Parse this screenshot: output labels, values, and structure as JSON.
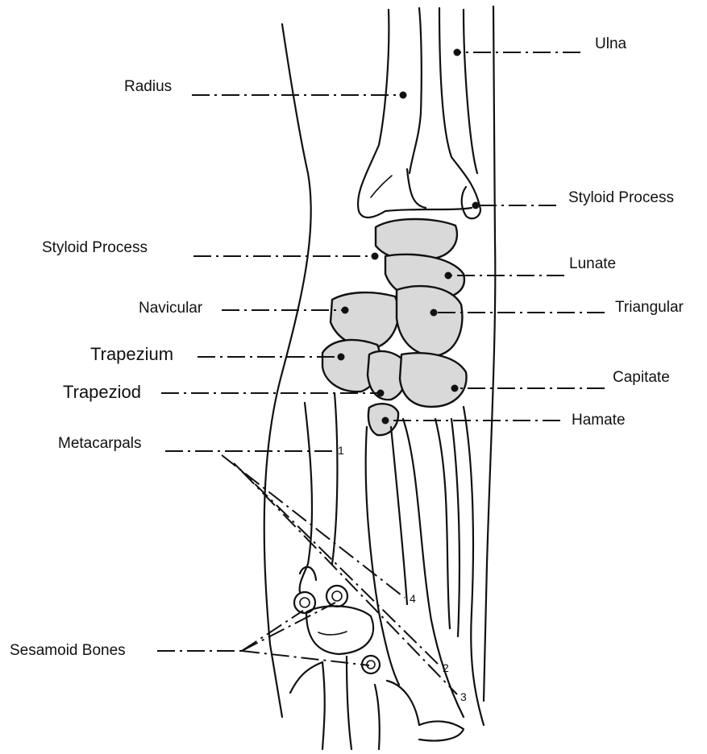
{
  "labels": {
    "ulna": "Ulna",
    "radius": "Radius",
    "styloid_ulnar": "Styloid Process",
    "styloid_radial": "Styloid Process",
    "lunate": "Lunate",
    "navicular": "Navicular",
    "triangular": "Triangular",
    "trapezium": "Trapezium",
    "capitate": "Capitate",
    "trapeziod": "Trapeziod",
    "hamate": "Hamate",
    "metacarpals": "Metacarpals",
    "sesamoid": "Sesamoid Bones"
  },
  "metacarpal_numbers": [
    "1",
    "4",
    "2",
    "3"
  ],
  "colors": {
    "line": "#111111",
    "carpal_fill": "#d9d9d9",
    "background": "#ffffff"
  }
}
